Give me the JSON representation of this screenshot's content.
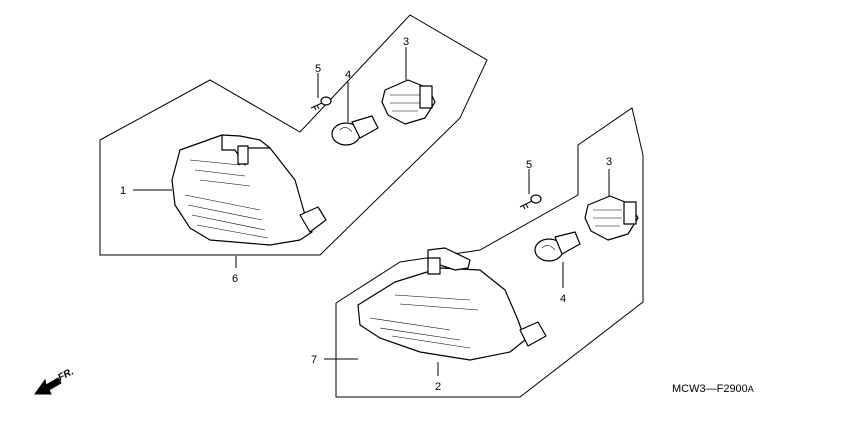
{
  "callouts": {
    "c1": "1",
    "c2": "2",
    "c3a": "3",
    "c3b": "3",
    "c4a": "4",
    "c4b": "4",
    "c5a": "5",
    "c5b": "5",
    "c6": "6",
    "c7": "7"
  },
  "direction_label": "FR.",
  "diagram_code": "MCW3—F2900",
  "diagram_code_suffix": "A"
}
